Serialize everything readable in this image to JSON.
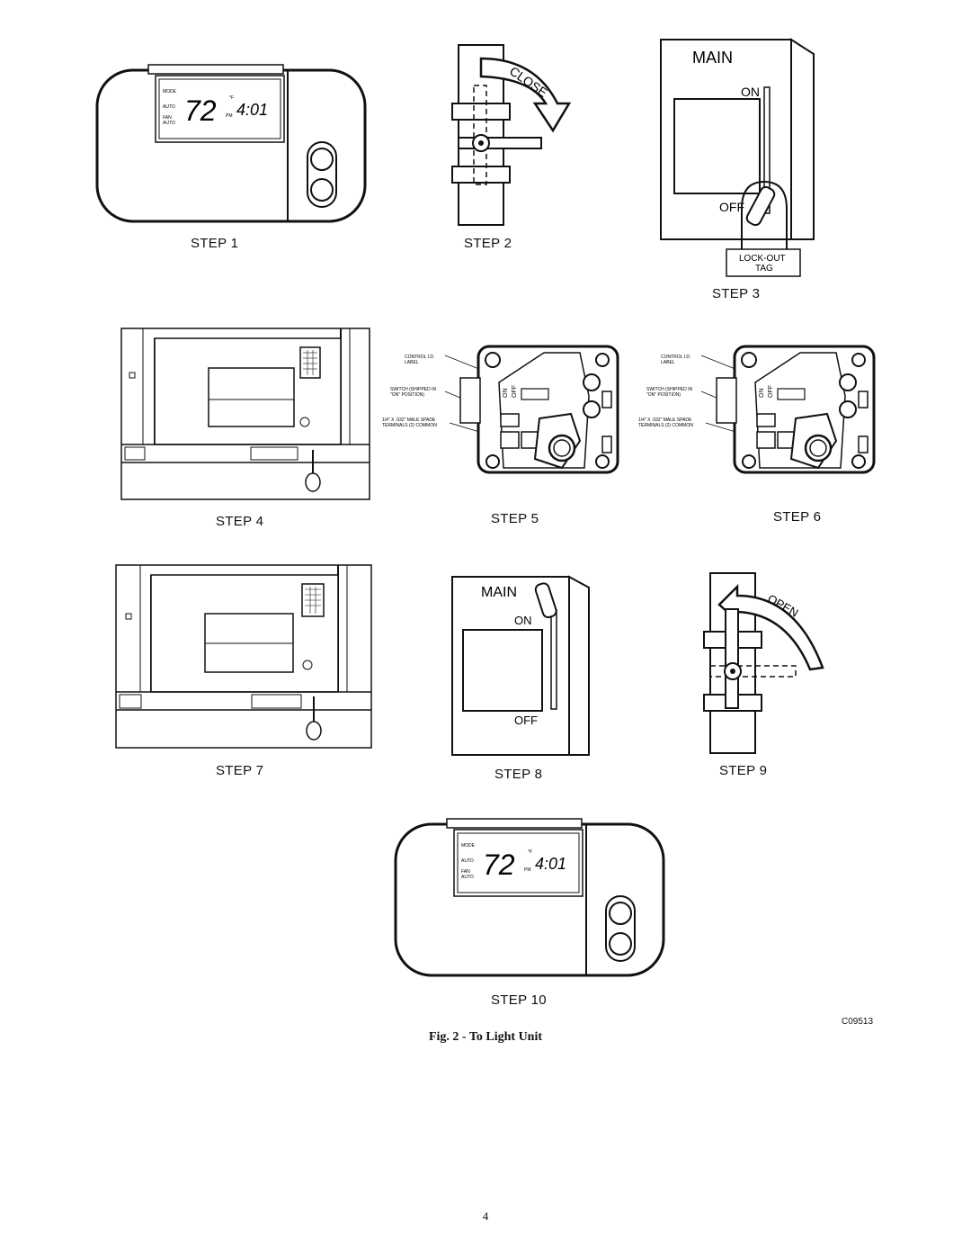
{
  "steps": {
    "s1": "STEP 1",
    "s2": "STEP 2",
    "s3": "STEP 3",
    "s4": "STEP 4",
    "s5": "STEP 5",
    "s6": "STEP 6",
    "s7": "STEP 7",
    "s8": "STEP 8",
    "s9": "STEP 9",
    "s10": "STEP 10"
  },
  "thermostat": {
    "temp": "72",
    "time": "4:01",
    "mode": "MODE",
    "auto": "AUTO",
    "fan": "FAN",
    "fan_auto": "AUTO",
    "pm": "PM",
    "unit": "°F"
  },
  "valve": {
    "close": "CLOSE",
    "open": "OPEN"
  },
  "switch": {
    "main": "MAIN",
    "on": "ON",
    "off": "OFF",
    "lockout": "LOCK-OUT",
    "tag": "TAG"
  },
  "gas_control": {
    "control_label": "CONTROL I.D.",
    "label": "LABEL",
    "switch_line1": "SWITCH (SHIPPED IN",
    "switch_line2": "\"ON\" POSITION)",
    "terminal_line1": "1/4\" X .032\" MALE SPADE",
    "terminal_line2": "TERMINALS (2) COMMON",
    "on": "ON",
    "off": "OFF"
  },
  "figure_code": "C09513",
  "caption": "Fig. 2 - To Light Unit",
  "page_number": "4"
}
